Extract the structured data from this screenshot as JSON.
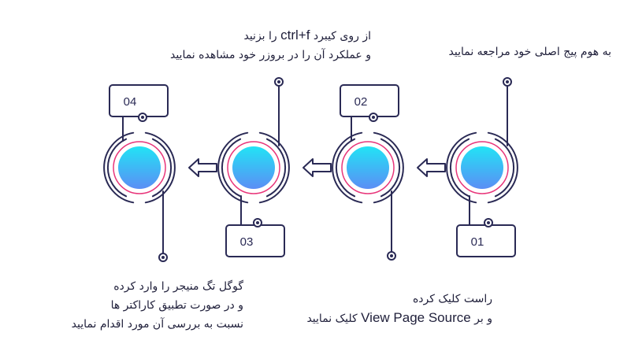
{
  "colors": {
    "line": "#2a2a55",
    "ring_pink": "#e8357a",
    "gradient_top": "#22e3f5",
    "gradient_bottom": "#5b8ef5"
  },
  "steps": [
    {
      "number": "01",
      "lines": [
        {
          "text": "به هوم پیج اصلی خود مراجعه نمایید"
        }
      ]
    },
    {
      "number": "02",
      "lines": [
        {
          "text": "راست کلیک کرده"
        },
        {
          "pre": "و بر ",
          "key": "View Page Source",
          "post": " کلیک نمایید"
        }
      ]
    },
    {
      "number": "03",
      "lines": [
        {
          "pre": "از روی کیبرد ",
          "key": "ctrl+f",
          "post": " را بزنید"
        },
        {
          "text": "و عملکرد آن را در بروزر خود مشاهده نمایید"
        }
      ]
    },
    {
      "number": "04",
      "lines": [
        {
          "text": "گوگل تگ منیجر را وارد کرده"
        },
        {
          "text": "و در صورت تطبیق کاراکتر ها"
        },
        {
          "text": "نسبت به بررسی آن مورد اقدام نمایید"
        }
      ]
    }
  ]
}
